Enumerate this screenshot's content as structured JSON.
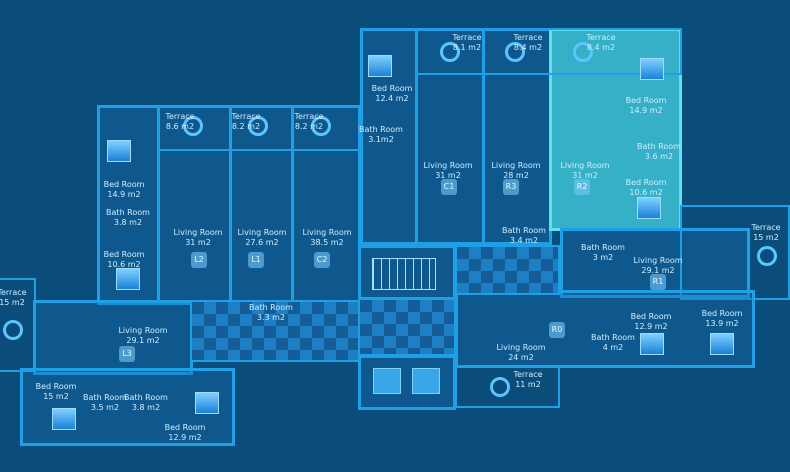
{
  "title": "Apartment floor plan",
  "colors": {
    "background": "#0b4d7a",
    "walls": "#1e9fe6",
    "highlight": "#46d2e1"
  },
  "units": [
    "L2",
    "L1",
    "C2",
    "L3",
    "C1",
    "R3",
    "R2",
    "R1",
    "R0"
  ],
  "highlighted_unit": "R2",
  "rooms": [
    {
      "name": "Terrace",
      "area": "8.6 m2"
    },
    {
      "name": "Terrace",
      "area": "8.2 m2"
    },
    {
      "name": "Terrace",
      "area": "8.2 m2"
    },
    {
      "name": "Bed Room",
      "area": "14.9 m2"
    },
    {
      "name": "Bath Room",
      "area": "3.8 m2"
    },
    {
      "name": "Bed Room",
      "area": "10.6 m2"
    },
    {
      "name": "Living Room",
      "area": "31  m2"
    },
    {
      "name": "Living Room",
      "area": "27.6  m2"
    },
    {
      "name": "Living Room",
      "area": "38.5  m2"
    },
    {
      "name": "Bath Room",
      "area": "3.3 m2"
    },
    {
      "name": "Terrace",
      "area": "15 m2"
    },
    {
      "name": "Living Room",
      "area": "29.1 m2"
    },
    {
      "name": "Bed Room",
      "area": "15 m2"
    },
    {
      "name": "Bath Room",
      "area": "3.5 m2"
    },
    {
      "name": "Bath Room",
      "area": "3.8 m2"
    },
    {
      "name": "Bed Room",
      "area": "12.9  m2"
    },
    {
      "name": "Bed Room",
      "area": "12.4 m2"
    },
    {
      "name": "Bath Room",
      "area": "3.1m2"
    },
    {
      "name": "Terrace",
      "area": "8.1 m2"
    },
    {
      "name": "Terrace",
      "area": "8.4 m2"
    },
    {
      "name": "Terrace",
      "area": "8.4 m2"
    },
    {
      "name": "Living Room",
      "area": "31  m2"
    },
    {
      "name": "Living Room",
      "area": "28  m2"
    },
    {
      "name": "Living Room",
      "area": "31  m2"
    },
    {
      "name": "Bed Room",
      "area": "14.9 m2"
    },
    {
      "name": "Bath Room",
      "area": "3.6 m2"
    },
    {
      "name": "Bed Room",
      "area": "10.6 m2"
    },
    {
      "name": "Bath Room",
      "area": "3.4 m2"
    },
    {
      "name": "Bath Room",
      "area": "3 m2"
    },
    {
      "name": "Terrace",
      "area": "15 m2"
    },
    {
      "name": "Living Room",
      "area": "29.1 m2"
    },
    {
      "name": "Bed Room",
      "area": "12.9 m2"
    },
    {
      "name": "Bed Room",
      "area": "13.9 m2"
    },
    {
      "name": "Living Room",
      "area": "24 m2"
    },
    {
      "name": "Bath Room",
      "area": "4 m2"
    },
    {
      "name": "Terrace",
      "area": "11 m2"
    }
  ]
}
